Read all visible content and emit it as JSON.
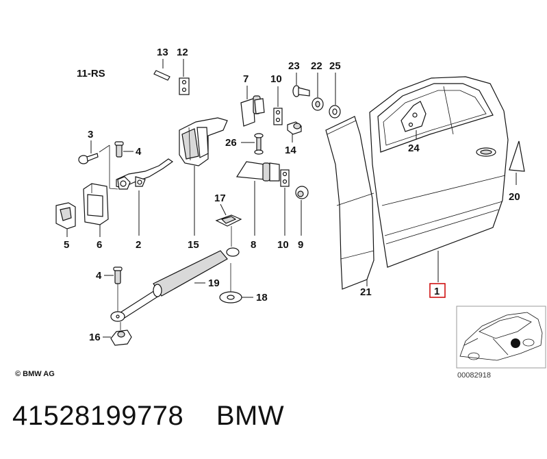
{
  "diagram": {
    "group_label": "11-RS",
    "part_numbers": {
      "p1": "1",
      "p2": "2",
      "p3": "3",
      "p4a": "4",
      "p4b": "4",
      "p5": "5",
      "p6": "6",
      "p7": "7",
      "p8": "8",
      "p9": "9",
      "p10a": "10",
      "p10b": "10",
      "p12": "12",
      "p13": "13",
      "p14": "14",
      "p15": "15",
      "p16": "16",
      "p17": "17",
      "p18": "18",
      "p19": "19",
      "p20": "20",
      "p21": "21",
      "p22": "22",
      "p23": "23",
      "p24": "24",
      "p25": "25",
      "p26": "26"
    },
    "highlighted_part": "1",
    "highlight_color": "#cc0000",
    "copyright": "© BMW AG",
    "image_reference": "00082918"
  },
  "footer": {
    "part_number": "41528199778",
    "brand": "BMW"
  }
}
